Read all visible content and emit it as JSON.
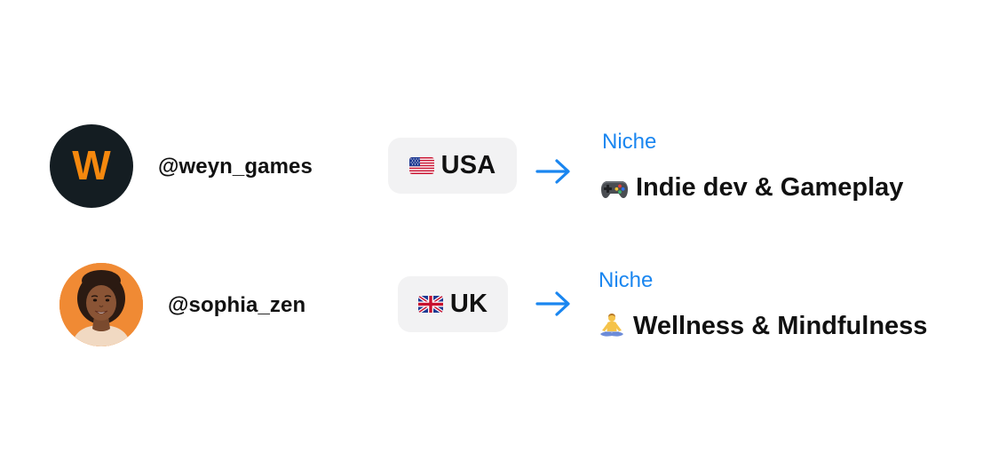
{
  "accounts": [
    {
      "avatar": {
        "type": "logo",
        "letter": "W",
        "logo_color": "#f5880e",
        "background": "#141d22"
      },
      "handle": "@weyn_games",
      "country": {
        "flag_icon": "us-flag-icon",
        "code": "USA"
      },
      "niche": {
        "label": "Niche",
        "icon": "game-controller-icon",
        "value": "Indie dev & Gameplay"
      }
    },
    {
      "avatar": {
        "type": "photo",
        "background": "#f08a34"
      },
      "handle": "@sophia_zen",
      "country": {
        "flag_icon": "uk-flag-icon",
        "code": "UK"
      },
      "niche": {
        "label": "Niche",
        "icon": "meditation-icon",
        "value": "Wellness & Mindfulness"
      }
    }
  ],
  "colors": {
    "accent": "#1a86f0",
    "pill_background": "#f2f2f3",
    "text": "#111111"
  }
}
